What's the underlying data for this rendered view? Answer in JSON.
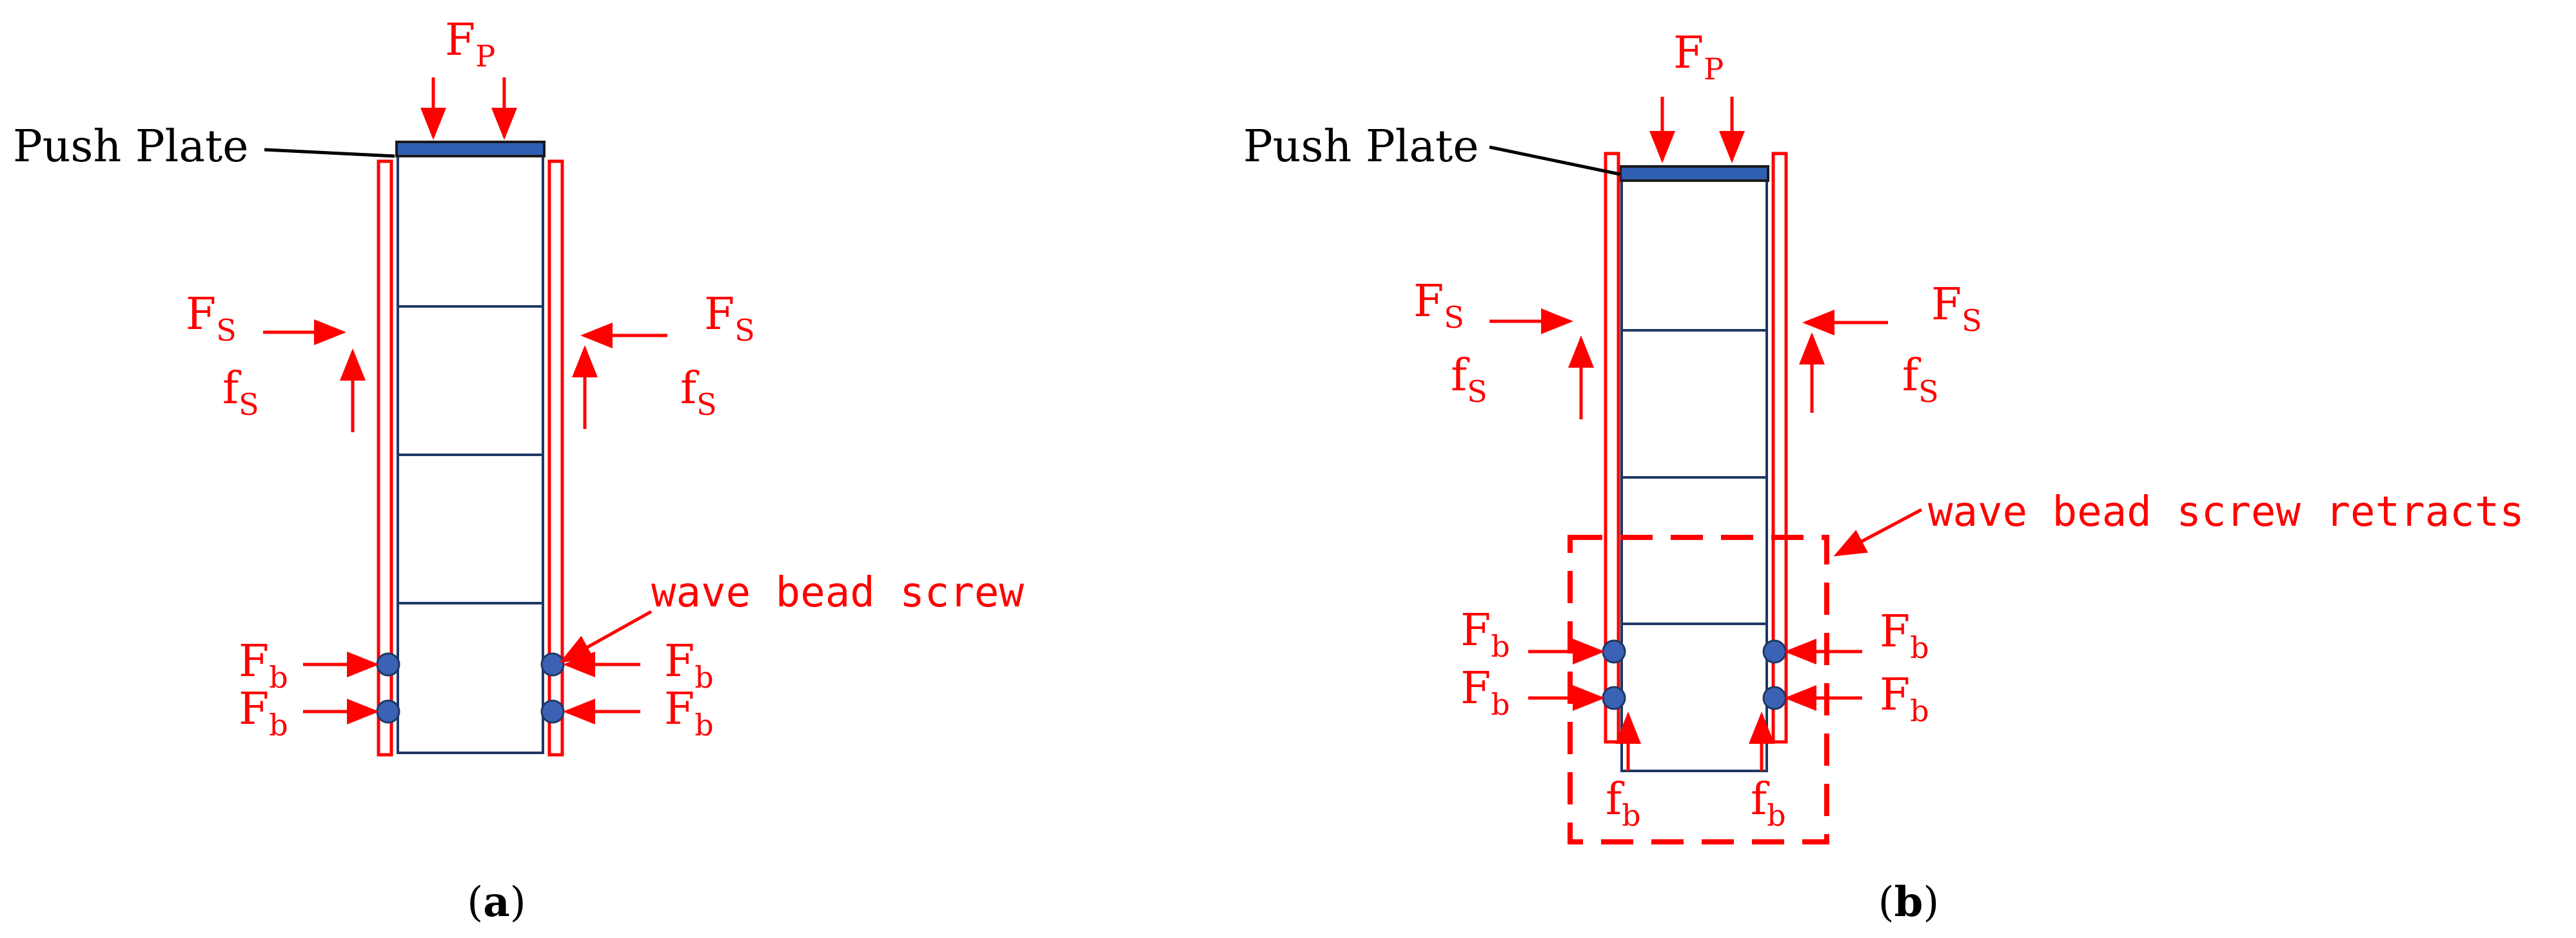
{
  "colors": {
    "force": "#ff0000",
    "outline": "#1f3864",
    "plate": "#2f5fb0",
    "bead": "#3b62b5",
    "black": "#000000"
  },
  "labels": {
    "F": "F",
    "f": "f",
    "sub_P": "P",
    "sub_S": "S",
    "sub_b": "b"
  },
  "panel_a": {
    "push_plate": "Push Plate",
    "wave_bead_screw": "wave bead screw",
    "caption_letter": "a"
  },
  "panel_b": {
    "push_plate": "Push Plate",
    "wave_bead_screw_retracts": "wave bead screw retracts",
    "caption_letter": "b"
  }
}
